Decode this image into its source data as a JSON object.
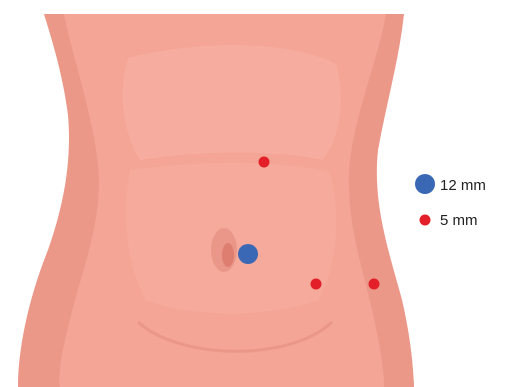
{
  "colors": {
    "skin": "#F4A596",
    "skin_shadow": "#E48E7F",
    "skin_highlight": "#F7B5A7",
    "port_12mm": "#3B68B5",
    "port_5mm": "#E3202A"
  },
  "legend": {
    "items": [
      {
        "label": "12 mm",
        "marker": "large-blue-dot"
      },
      {
        "label": "5 mm",
        "marker": "small-red-dot"
      }
    ]
  }
}
